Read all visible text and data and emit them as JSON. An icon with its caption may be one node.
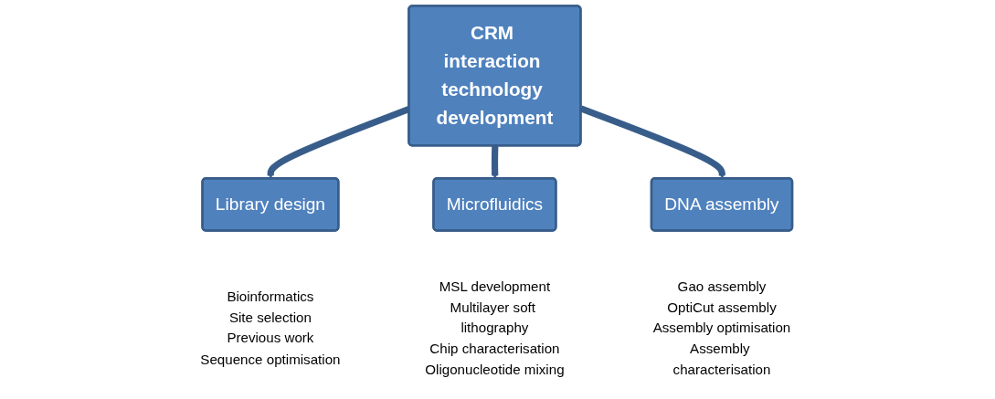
{
  "diagram": {
    "nodes": [
      {
        "text": [
          "CRM interaction technology development"
        ]
      },
      {
        "text": [
          "Library design"
        ],
        "beside": [
          "Bioinformatics",
          "Site selection",
          "Previous work",
          "Sequence optimisation"
        ]
      },
      {
        "text": [
          "Microfluidics"
        ],
        "beside": [
          "MSL development",
          "Multilayer soft lithography",
          "Chip characterisation",
          "Oligonucleotide mixing"
        ]
      },
      {
        "text": [
          "DNA assembly"
        ],
        "beside": [
          "Gao assembly",
          "OptiCut assembly",
          "Assembly optimisation",
          "Assembly characterisation"
        ]
      }
    ],
    "edges": [
      {
        "from": 0,
        "to": 1,
        "arrow": "to"
      },
      {
        "from": 0,
        "to": 2,
        "arrow": "to"
      },
      {
        "from": 0,
        "to": 3,
        "arrow": "to"
      }
    ]
  }
}
